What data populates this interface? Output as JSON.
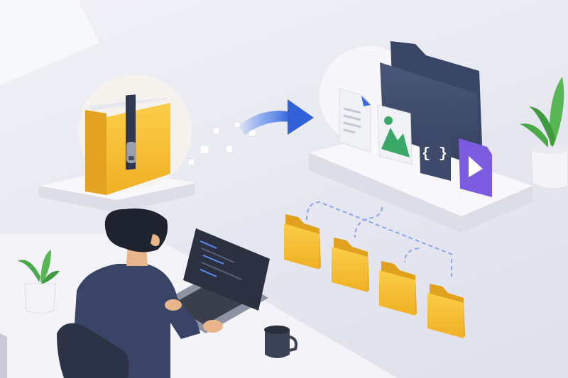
{
  "illustration": {
    "title": "File extraction / archive unzip concept",
    "description": "Isometric illustration of a person at a laptop extracting a zipped folder into organized files and subfolders",
    "colors": {
      "background": "#e9eaf2",
      "platform": "#f7f7fb",
      "folder_yellow": "#f5bd2e",
      "folder_yellow_dark": "#e0a21c",
      "navy": "#3d4a6b",
      "arrow_blue": "#3b6fe0",
      "image_green": "#3aa866",
      "video_purple": "#7b5ce0",
      "dashed_line": "#8aa6e8",
      "plant_green": "#4caa4a"
    },
    "elements": {
      "zip_folder": {
        "label": "zip-archive-folder"
      },
      "arrow": {
        "label": "extraction-arrow"
      },
      "target_folder": {
        "label": "destination-folder"
      },
      "file_icons": [
        {
          "type": "document",
          "label": "text-document"
        },
        {
          "type": "image",
          "label": "image-file"
        },
        {
          "type": "code",
          "label": "code-file",
          "glyph": "{ }"
        },
        {
          "type": "video",
          "label": "video-file",
          "glyph": "▶"
        }
      ],
      "subfolders": [
        {
          "label": "subfolder-1"
        },
        {
          "label": "subfolder-2"
        },
        {
          "label": "subfolder-3"
        },
        {
          "label": "subfolder-4"
        }
      ],
      "person": {
        "label": "developer-at-laptop"
      },
      "plants": [
        {
          "label": "plant-left"
        },
        {
          "label": "plant-right"
        }
      ],
      "mug": {
        "label": "coffee-mug"
      }
    }
  }
}
